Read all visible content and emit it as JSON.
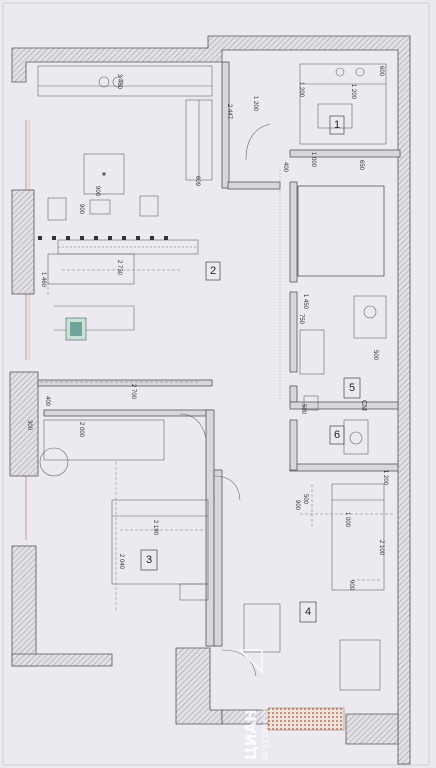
{
  "rooms": [
    {
      "number": "1"
    },
    {
      "number": "2"
    },
    {
      "number": "3"
    },
    {
      "number": "4"
    },
    {
      "number": "5"
    },
    {
      "number": "6"
    }
  ],
  "dimensions": {
    "d3460": "3 460",
    "d1200a": "1 200",
    "d1200b": "1 200",
    "d1200c": "1 200",
    "d1200d": "1 200",
    "d600": "600",
    "d2447": "2 447",
    "d609": "609",
    "d900a": "900",
    "d900b": "900",
    "d1000a": "1 000",
    "d400a": "400",
    "d650": "650",
    "d2730": "2 730",
    "d1460": "1 460",
    "d1450": "1 450",
    "d750": "750",
    "d500a": "500",
    "d2700": "2 700",
    "d400b": "400",
    "d2000": "2 000",
    "d300": "300",
    "d2190": "2 190",
    "d2040": "2 040",
    "d500b": "500",
    "d900c": "900",
    "d1000b": "1 000",
    "d2100": "2 100",
    "d900d": "900",
    "d500c": "500"
  },
  "annotations": {
    "stair_note": "СМ"
  },
  "watermark": {
    "brand": "ЦИАН",
    "id_text": "ID 11350438"
  },
  "colors": {
    "paper": "#eceaf0",
    "wall_fill": "#e2dfe6",
    "line": "#555555",
    "accent_window": "#d2a79a",
    "watermark": "#ffffff"
  }
}
